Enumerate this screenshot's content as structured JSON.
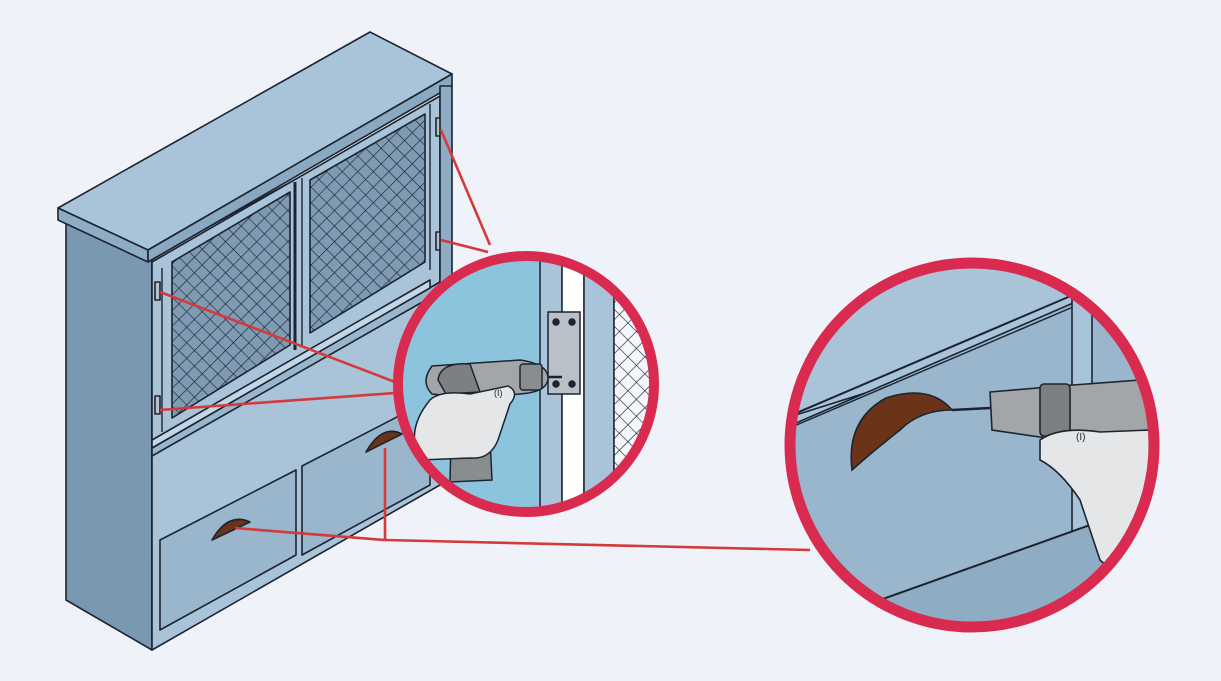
{
  "illustration": {
    "subject": "wall-cabinet",
    "callouts": [
      {
        "id": "hinge-detail",
        "icon": "drill-screwing-hinge-icon"
      },
      {
        "id": "handle-detail",
        "icon": "drill-screwing-handle-icon"
      }
    ]
  },
  "colors": {
    "background": "#eff2f9",
    "cabinet_light": "#a9c3d9",
    "cabinet_mid": "#8eacc4",
    "cabinet_dark": "#7a98b1",
    "outline": "#1b2430",
    "callout_ring": "#d92b4f",
    "leader_line": "#d43a3a",
    "handle_wood": "#6b3418",
    "drill_body": "#a3a6a9",
    "glove": "#e4e6e8",
    "mesh_bg": "#7f9bb3"
  },
  "drill_label": "(I)"
}
